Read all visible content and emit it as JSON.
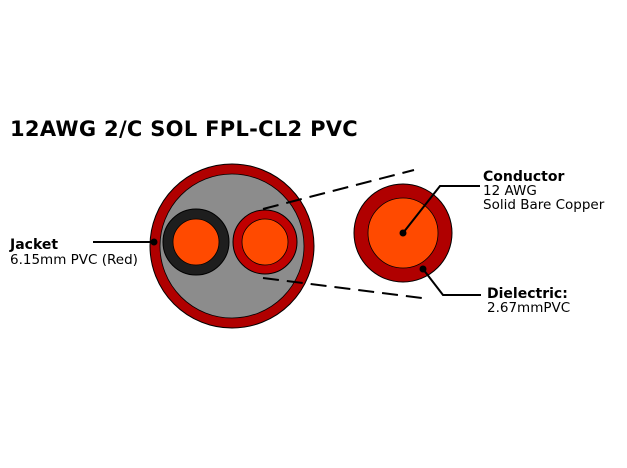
{
  "title": "12AWG 2/C SOL FPL-CL2 PVC",
  "jacket": {
    "label": "Jacket",
    "detail": "6.15mm PVC (Red)"
  },
  "conductor": {
    "label": "Conductor",
    "line1": "12 AWG",
    "line2": "Solid Bare Copper"
  },
  "dielectric": {
    "label": "Dielectric:",
    "detail": "2.67mmPVC"
  },
  "colors": {
    "jacket": "#b00000",
    "filler": "#8c8c8c",
    "copper": "#ff4a00",
    "black_insulation": "#1e1e1e",
    "red_insulation": "#c00000"
  }
}
